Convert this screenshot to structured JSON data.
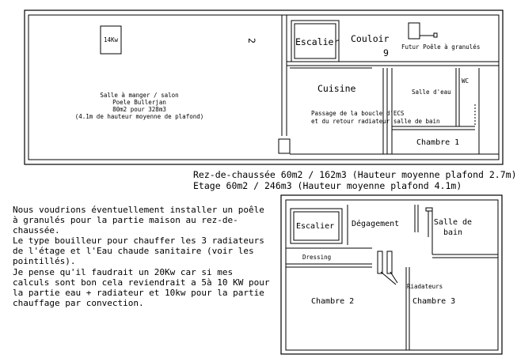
{
  "ground_floor": {
    "poele_power": "14Kw",
    "mark_2": "2",
    "mark_9": "9",
    "escalier": "Escalier",
    "couloir": "Couloir",
    "futur_poele": "Futur Poêle à granulés",
    "salle_manger_lines": [
      "Salle à manger / salon",
      "Poele Bullerjan",
      "80m2 pour 328m3",
      "(4.1m de hauteur moyenne de plafond)"
    ],
    "cuisine": "Cuisine",
    "wc": "WC",
    "salle_eau": "Salle d'eau",
    "passage_lines": [
      "Passage de la boucle d'ECS",
      "et du retour radiateur salle de bain"
    ],
    "chambre1": "Chambre 1"
  },
  "caption": {
    "rez": "Rez-de-chaussée 60m2 / 162m3 (Hauteur moyenne plafond 2.7m)",
    "etage": "Etage 60m2 / 246m3 (Hauteur moyenne plafond 4.1m)"
  },
  "description": "Nous voudrions éventuellement installer un poêle à granulés pour la partie maison au rez-de-chaussée.\nLe type bouilleur pour chauffer les 3 radiateurs de l'étage et l'Eau chaude sanitaire (voir les pointillés).\nJe pense qu'il faudrait un 20Kw car si mes calculs sont bon cela reviendrait a 5à 10 KW pour la partie eau + radiateur et 10kw pour la partie chauffage par convection.",
  "upper_floor": {
    "escalier": "Escalier",
    "degagement": "Dégagement",
    "salle_bain_lines": [
      "Salle de",
      "bain"
    ],
    "dressing": "Dressing",
    "radiateurs": "Riadateurs",
    "chambre2": "Chambre 2",
    "chambre3": "Chambre 3"
  }
}
